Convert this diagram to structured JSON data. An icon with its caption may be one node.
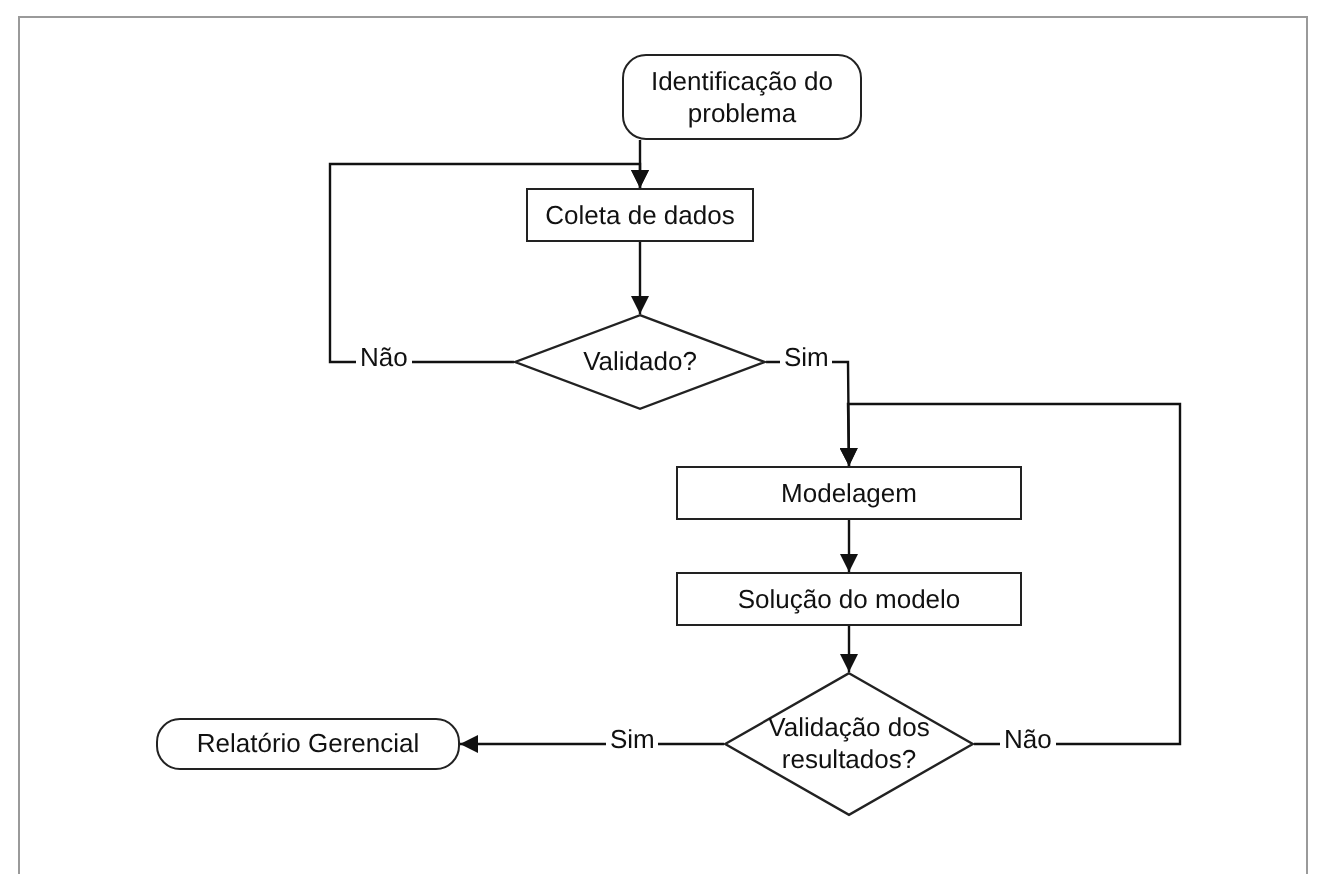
{
  "diagram": {
    "nodes": [
      {
        "text": [
          "Identificação do problema"
        ]
      },
      {
        "text": [
          "Coleta de dados"
        ]
      },
      {
        "text": [
          "Validado?"
        ]
      },
      {
        "text": [
          "Modelagem"
        ]
      },
      {
        "text": [
          "Solução do modelo"
        ]
      },
      {
        "text": [
          "Validação dos resultados?"
        ]
      },
      {
        "text": [
          "Relatório Gerencial"
        ]
      }
    ],
    "edges": [
      {
        "from": 0,
        "to": 1,
        "arrow": "to"
      },
      {
        "from": 1,
        "to": 2,
        "arrow": "to"
      },
      {
        "from": 2,
        "to": 1,
        "arrow": "to",
        "label": "Não"
      },
      {
        "from": 2,
        "to": 3,
        "arrow": "to",
        "label": "Sim"
      },
      {
        "from": 3,
        "to": 4,
        "arrow": "to"
      },
      {
        "from": 4,
        "to": 5,
        "arrow": "to"
      },
      {
        "from": 5,
        "to": 3,
        "arrow": "to",
        "label": "Não"
      },
      {
        "from": 5,
        "to": 6,
        "arrow": "to",
        "label": "Sim"
      }
    ]
  }
}
